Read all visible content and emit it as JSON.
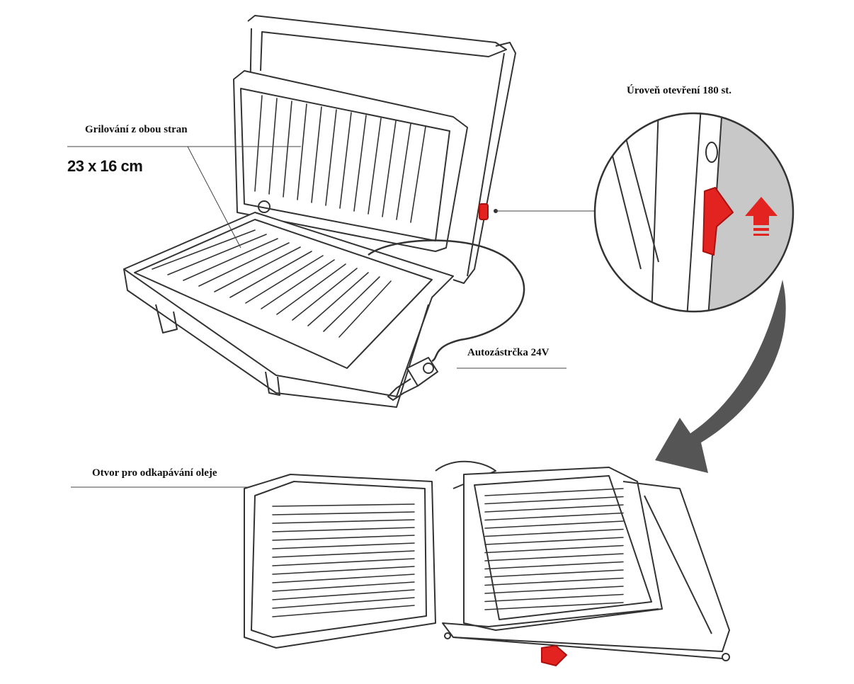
{
  "labels": {
    "both_sides": "Grilování z obou stran",
    "dimensions": "23 x 16 cm",
    "opening_level": "Úroveň otevření 180 st.",
    "car_plug": "Autozástrčka 24V",
    "oil_drain": "Otvor pro odkapávání oleje"
  },
  "colors": {
    "accent": "#e3231f",
    "line": "#333333",
    "arrow": "#555555",
    "detail_bg": "#c8c8c8"
  }
}
